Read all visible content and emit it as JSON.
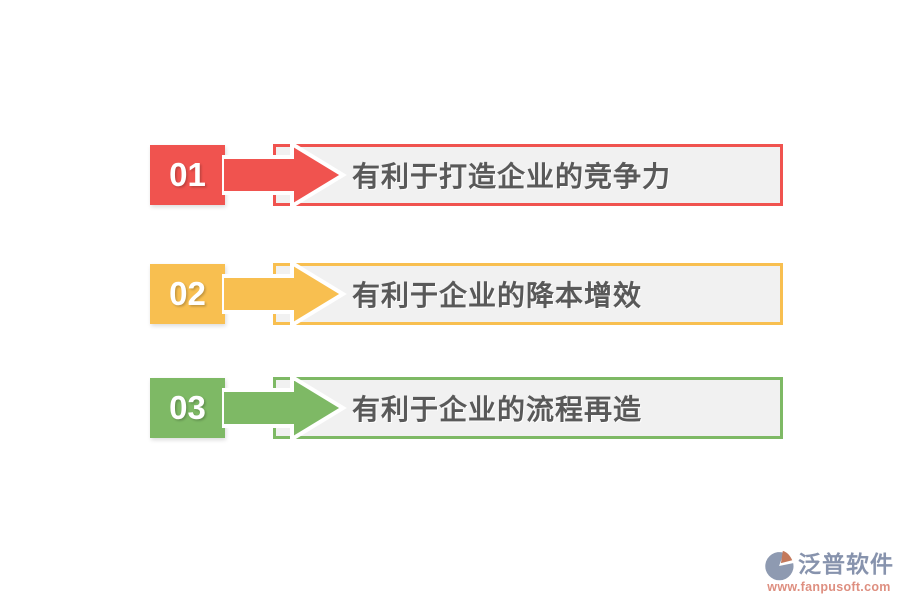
{
  "page": {
    "background": "#FFFFFF"
  },
  "rows": [
    {
      "number": "01",
      "label": "有利于打造企业的竞争力",
      "color": "#F0534F"
    },
    {
      "number": "02",
      "label": "有利于企业的降本增效",
      "color": "#F8BF50"
    },
    {
      "number": "03",
      "label": "有利于企业的流程再造",
      "color": "#7EB965"
    }
  ],
  "box": {
    "background": "#F1F1F1",
    "text_color": "#595959"
  },
  "logo": {
    "brand": "泛普软件",
    "url": "www.fanpusoft.com",
    "brand_color": "#8793AD",
    "url_color": "#DE8F80",
    "icon_colors": {
      "swirl": "#8E9AB1",
      "accent": "#C4795B"
    }
  }
}
